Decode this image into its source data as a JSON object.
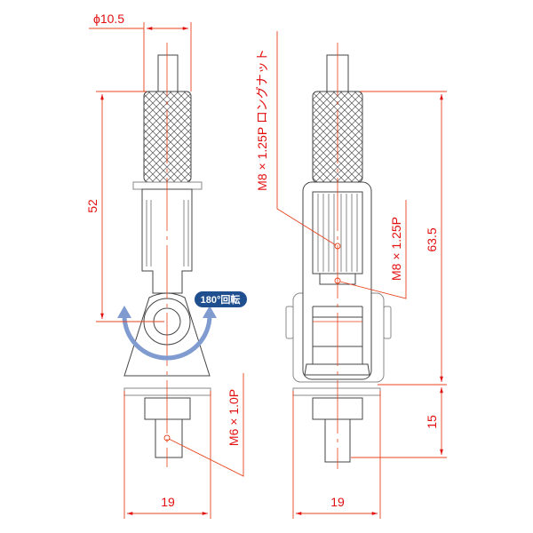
{
  "left_view": {
    "diameter_label": "ϕ10.5",
    "height_label": "52",
    "width_label": "19",
    "thread_label": "M6 × 1.0P",
    "rotation_badge": "180°回転"
  },
  "right_view": {
    "long_nut_label": "M8 × 1.25P ロングナット",
    "nut_thread_label": "M8 × 1.25P",
    "height_label": "63.5",
    "stud_label": "15",
    "width_label": "19"
  },
  "colors": {
    "dimension": "#e8431c",
    "label": "#e30f0f",
    "outline": "#444444",
    "rotation_arrow": "#7f9bcf",
    "badge": "#1f4f8f"
  }
}
